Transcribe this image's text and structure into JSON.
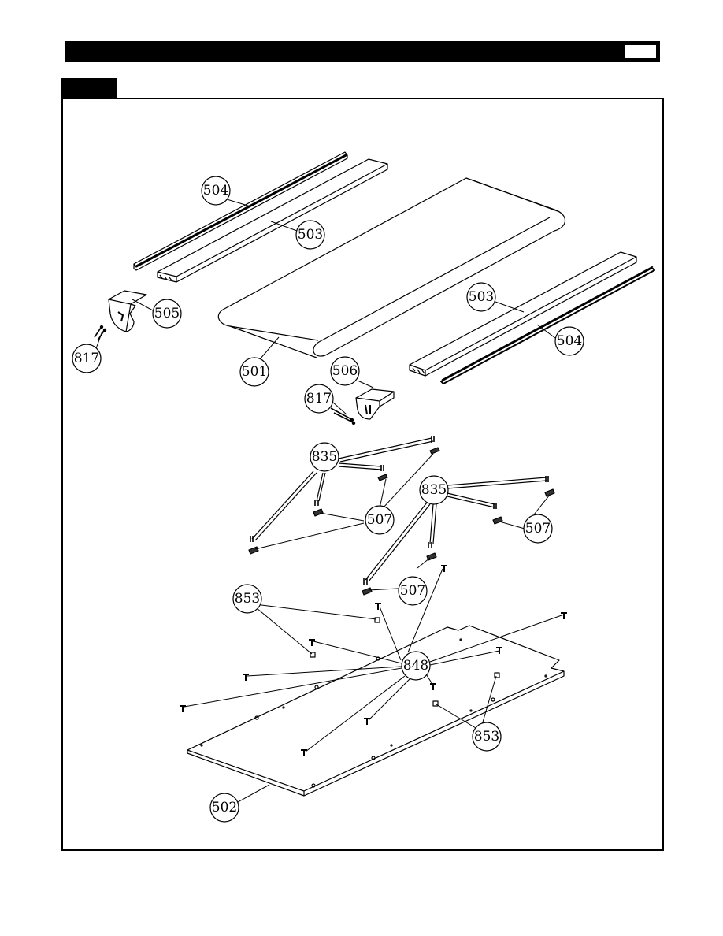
{
  "callouts": {
    "c504a": "504",
    "c503a": "503",
    "c505": "505",
    "c817a": "817",
    "c501": "501",
    "c506": "506",
    "c817b": "817",
    "c503b": "503",
    "c504b": "504",
    "c835a": "835",
    "c835b": "835",
    "c507a": "507",
    "c507b": "507",
    "c507c": "507",
    "c853a": "853",
    "c848": "848",
    "c853b": "853",
    "c502": "502"
  }
}
